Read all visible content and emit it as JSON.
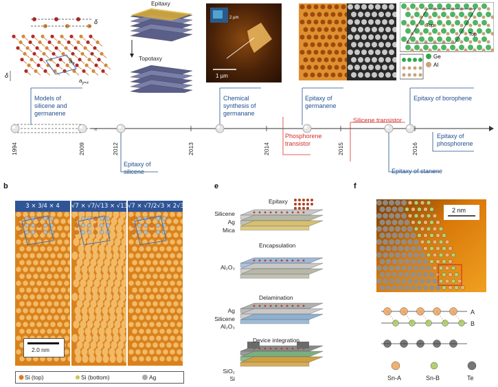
{
  "panel_letters": {
    "b": "b",
    "e": "e",
    "f": "f"
  },
  "structure": {
    "delta_top": "δ",
    "delta_side": "δ",
    "delta_in": "δ",
    "axis": "x",
    "ax_label": "a",
    "ax_sub": "x",
    "ay_label": "a",
    "ay_sub": "y=x"
  },
  "transfer": {
    "epitaxy": "Epitaxy",
    "topotaxy": "Topotaxy"
  },
  "afm": {
    "scale_big": "1 µm",
    "scale_inset": "2 µm"
  },
  "ge_al": {
    "top1": "Top",
    "top2": "Top",
    "ge": "Ge",
    "al": "Al"
  },
  "timeline": {
    "years": [
      "1994",
      "2009",
      "2012",
      "2013",
      "2014",
      "2015",
      "2016"
    ],
    "events": [
      {
        "text": "Models of\nsilicene and\ngermanene",
        "color": "blue"
      },
      {
        "text": "Epitaxy of\nsilicene",
        "color": "blue"
      },
      {
        "text": "Chemical\nsynthesis of\ngermanane",
        "color": "blue"
      },
      {
        "text": "Phosphorene\ntransistor",
        "color": "red"
      },
      {
        "text": "Epitaxy of\ngermanene",
        "color": "blue"
      },
      {
        "text": "Silicene transistor",
        "color": "red"
      },
      {
        "text": "Epitaxy of stanene",
        "color": "blue"
      },
      {
        "text": "Epitaxy of borophene",
        "color": "blue"
      },
      {
        "text": "Epitaxy of\nphosphorene",
        "color": "blue"
      }
    ],
    "colors": {
      "blue": "#1f4e8c",
      "red": "#d2312b"
    }
  },
  "stm": {
    "titles": [
      "3 × 3/4 × 4",
      "√7 × √7/√13 × √13",
      "√7 × √7/2√3 × 2√3"
    ],
    "scale": "2.0 nm",
    "legend": {
      "top": "Si (top)",
      "bottom": "Si (bottom)",
      "ag": "Ag"
    }
  },
  "transfer_steps": {
    "epitaxy": "Epitaxy",
    "encapsulation": "Encapsulation",
    "delamination": "Delamination",
    "device": "Device integration",
    "layers1": [
      "Silicene",
      "Ag",
      "Mica"
    ],
    "layers2": [
      "Al₂O₃"
    ],
    "layers3": [
      "Ag",
      "Silicene",
      "Al₂O₃"
    ],
    "layers4": [
      "SiO₂",
      "Si"
    ]
  },
  "stanene": {
    "scale": "2 nm",
    "labels": {
      "a": "A",
      "b": "B"
    },
    "legend": {
      "sna": "Sn-A",
      "snb": "Sn-B",
      "te": "Te"
    }
  }
}
